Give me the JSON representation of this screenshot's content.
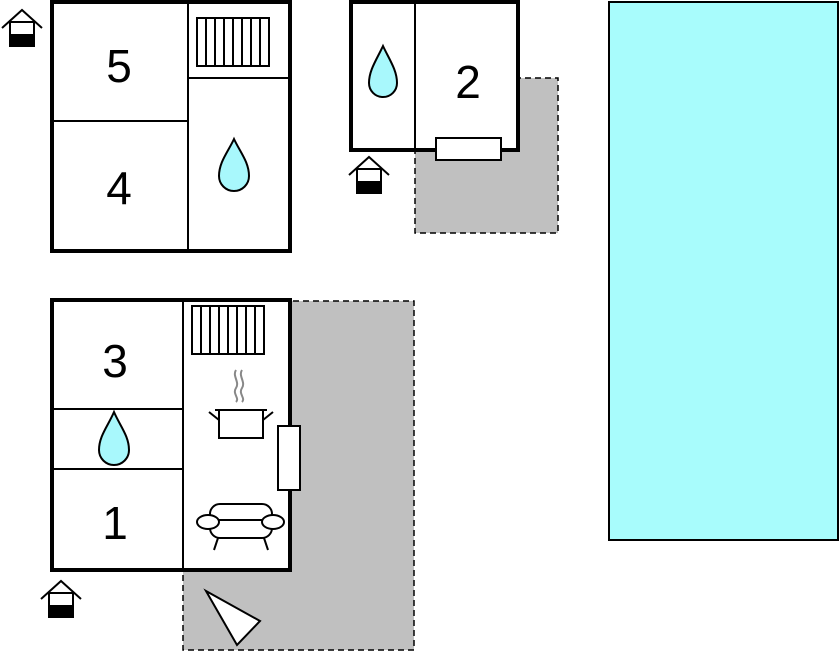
{
  "rooms": {
    "one": "1",
    "two": "2",
    "three": "3",
    "four": "4",
    "five": "5"
  },
  "colors": {
    "wall": "#000000",
    "terrace": "#c0c0c0",
    "water": "#a8f8fc",
    "pool": "#a8fcfc"
  },
  "icons": [
    "entrance-icon",
    "water-drop-icon",
    "stairs-icon",
    "cooking-pot-icon",
    "sofa-icon",
    "window-icon",
    "north-arrow-icon"
  ]
}
